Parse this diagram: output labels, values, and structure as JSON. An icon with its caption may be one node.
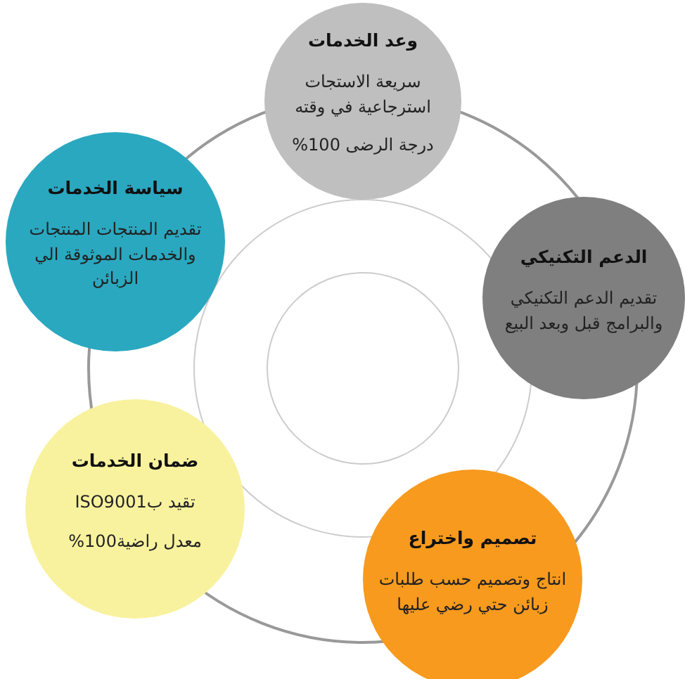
{
  "diagram": {
    "nodes": [
      {
        "text": [
          "وعد الخدمات",
          "سريعة الاستجات استرجاعية في وقته",
          "درجة الرضى 100%"
        ]
      },
      {
        "text": [
          "سياسة الخدمات",
          "تقديم المنتجات المنتجات والخدمات الموثوقة الي الزبائن"
        ]
      },
      {
        "text": [
          "الدعم التكنيكي",
          "تقديم الدعم التكنيكي والبرامج قبل وبعد البيع"
        ]
      },
      {
        "text": [
          "ضمان الخدمات",
          "تقيد بISO9001",
          "معدل راضية100%"
        ]
      },
      {
        "text": [
          "تصميم واختراع",
          "انتاج وتصميم حسب طلبات زبائن حتي رضي عليها"
        ]
      }
    ]
  }
}
